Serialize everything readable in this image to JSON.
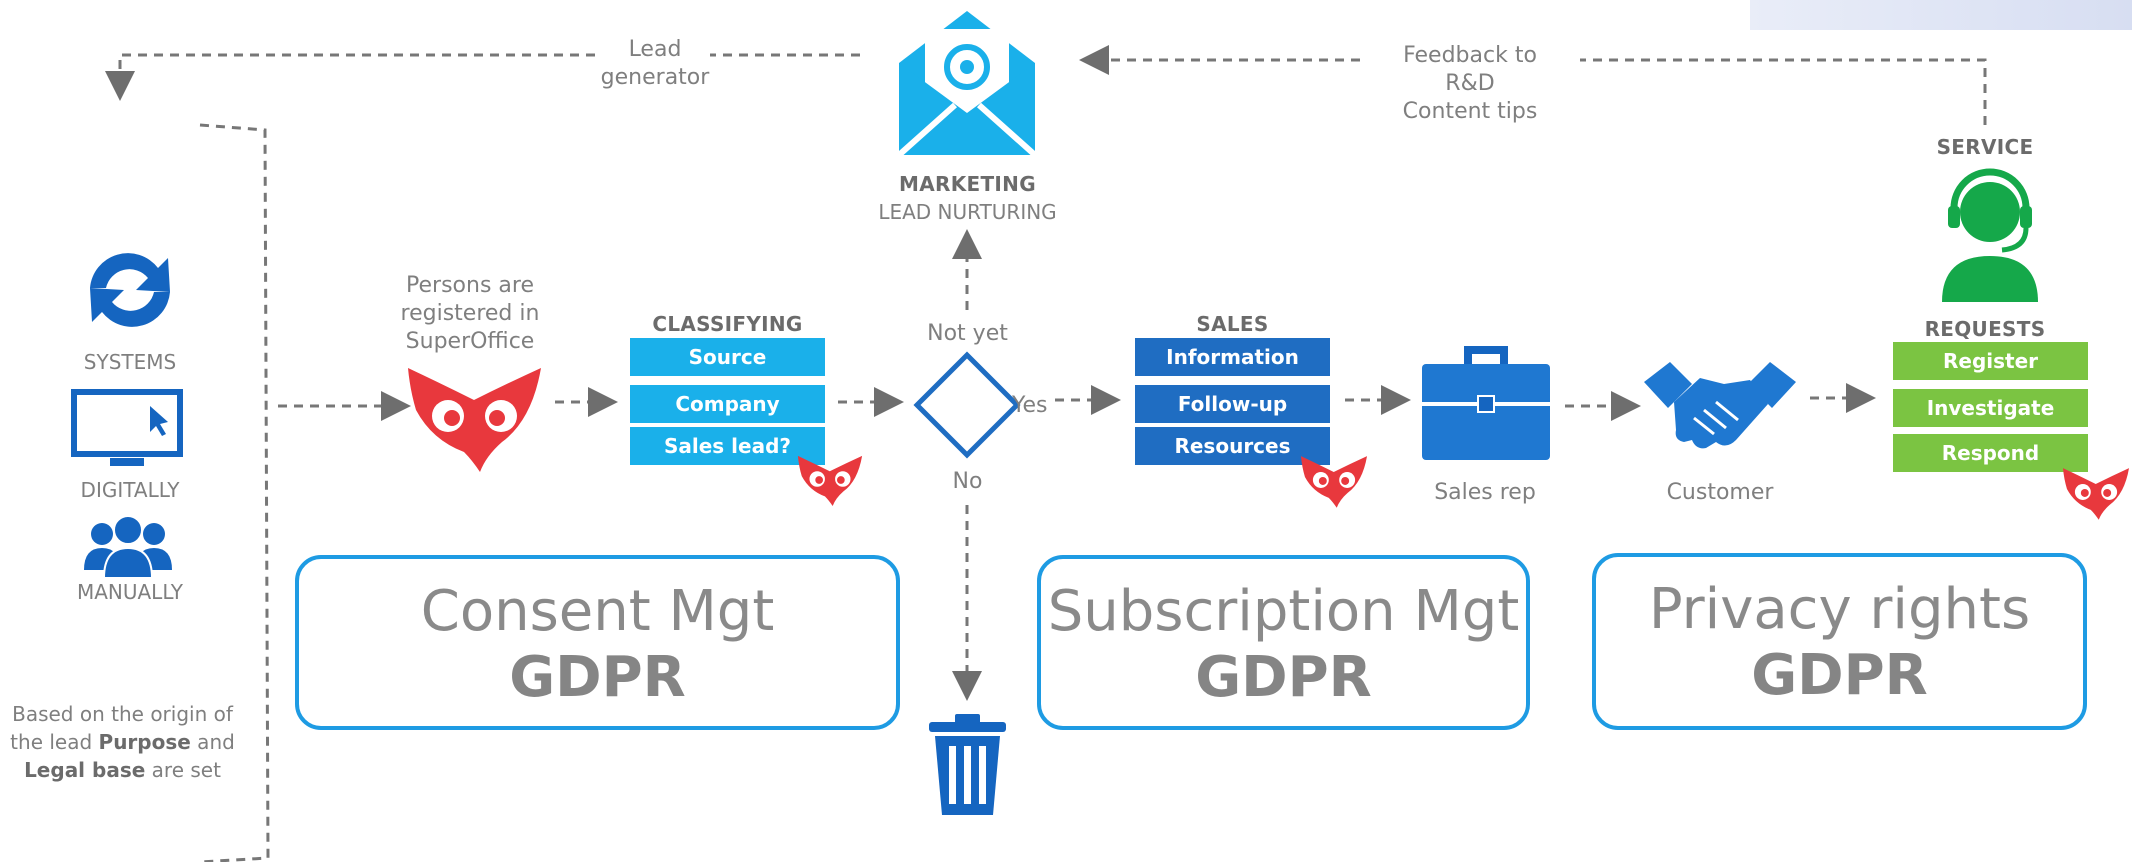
{
  "sources": {
    "systems": "SYSTEMS",
    "digitally": "DIGITALLY",
    "manually": "MANUALLY",
    "note_line1": "Based on the origin of",
    "note_line2_pre": "the lead ",
    "note_purpose": "Purpose",
    "note_and": " and",
    "note_legal": "Legal base",
    "note_are_set": " are set"
  },
  "registered": [
    "Persons are",
    "registered in",
    "SuperOffice"
  ],
  "classifying": {
    "title": "CLASSIFYING",
    "items": [
      "Source",
      "Company",
      "Sales lead?"
    ]
  },
  "decision": {
    "not_yet": "Not yet",
    "yes": "Yes",
    "no": "No"
  },
  "marketing": {
    "title": "MARKETING",
    "subtitle": "LEAD NURTURING"
  },
  "lead_generator": [
    "Lead",
    "generator"
  ],
  "feedback": [
    "Feedback to",
    "R&D",
    "Content tips"
  ],
  "sales": {
    "title": "SALES",
    "items": [
      "Information",
      "Follow-up",
      "Resources"
    ]
  },
  "sales_rep": "Sales rep",
  "customer": "Customer",
  "service": {
    "title": "SERVICE",
    "requests_title": "REQUESTS",
    "items": [
      "Register",
      "Investigate",
      "Respond"
    ]
  },
  "gdpr_boxes": [
    {
      "title": "Consent Mgt",
      "sub": "GDPR"
    },
    {
      "title": "Subscription Mgt",
      "sub": "GDPR"
    },
    {
      "title": "Privacy rights",
      "sub": "GDPR"
    }
  ],
  "colors": {
    "cyan": "#1ab0ea",
    "blue": "#1f6dc2",
    "green": "#7bc442",
    "owl_red": "#e8383d",
    "trash_blue": "#1565c0",
    "box_border": "#1e9be3"
  },
  "icons": [
    "sync-icon",
    "monitor-icon",
    "people-icon",
    "owl-logo",
    "email-envelope-icon",
    "briefcase-icon",
    "handshake-icon",
    "headset-agent-icon",
    "trash-icon",
    "decision-diamond"
  ]
}
